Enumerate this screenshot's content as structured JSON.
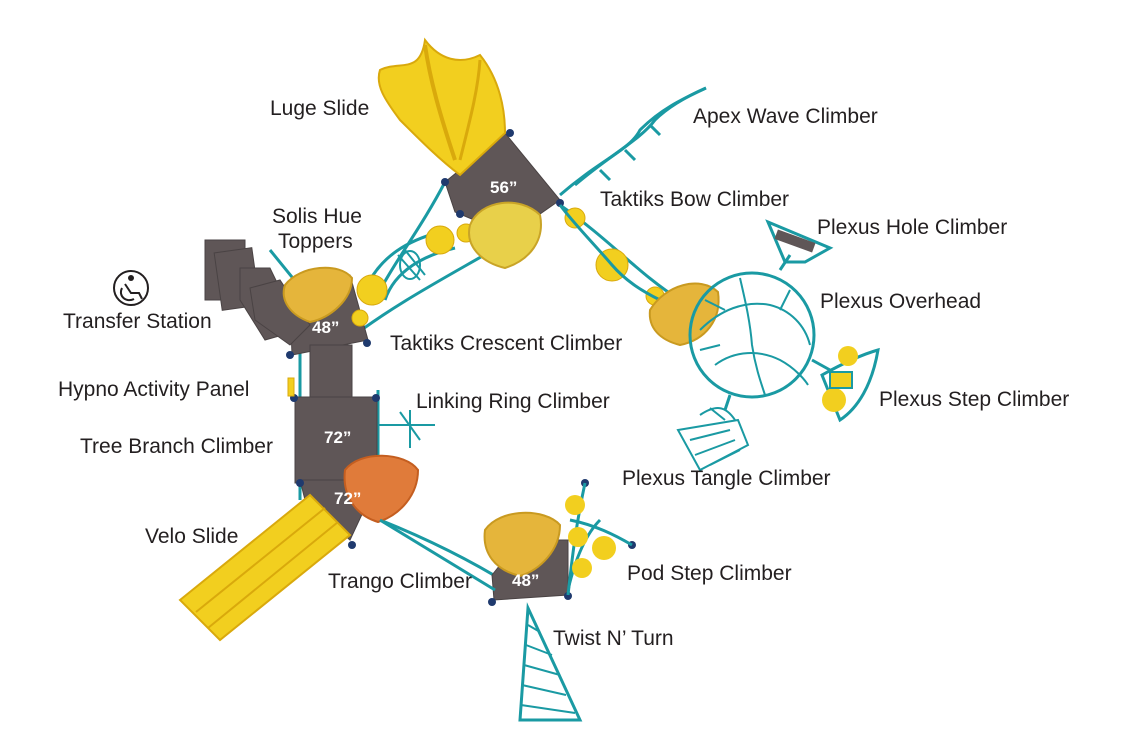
{
  "colors": {
    "deck": "#5f5657",
    "frame": "#1a9aa3",
    "slide": "#f2cf1f",
    "slide_shade": "#d9a90c",
    "topper_yellow": "#e5b53b",
    "topper_orange": "#e07b3a",
    "post": "#1f3a6e",
    "text": "#231f20"
  },
  "labels": {
    "luge_slide": "Luge Slide",
    "apex_wave_climber": "Apex Wave Climber",
    "taktiks_bow_climber": "Taktiks Bow Climber",
    "solis_hue_toppers_l1": "Solis Hue",
    "solis_hue_toppers_l2": "Toppers",
    "plexus_hole_climber": "Plexus Hole Climber",
    "plexus_overhead": "Plexus Overhead",
    "transfer_station": "Transfer Station",
    "taktiks_crescent_climber": "Taktiks Crescent Climber",
    "plexus_step_climber": "Plexus Step Climber",
    "hypno_activity_panel": "Hypno Activity Panel",
    "linking_ring_climber": "Linking Ring Climber",
    "tree_branch_climber": "Tree Branch Climber",
    "plexus_tangle_climber": "Plexus Tangle Climber",
    "velo_slide": "Velo Slide",
    "trango_climber": "Trango Climber",
    "pod_step_climber": "Pod Step Climber",
    "twist_n_turn": "Twist N’ Turn"
  },
  "deck_heights": {
    "deck_top": "56”",
    "deck_left": "48”",
    "deck_mid_upper": "72”",
    "deck_mid_lower": "72”",
    "deck_bottom": "48”"
  },
  "icons": {
    "accessibility": "wheelchair-transfer-icon"
  }
}
